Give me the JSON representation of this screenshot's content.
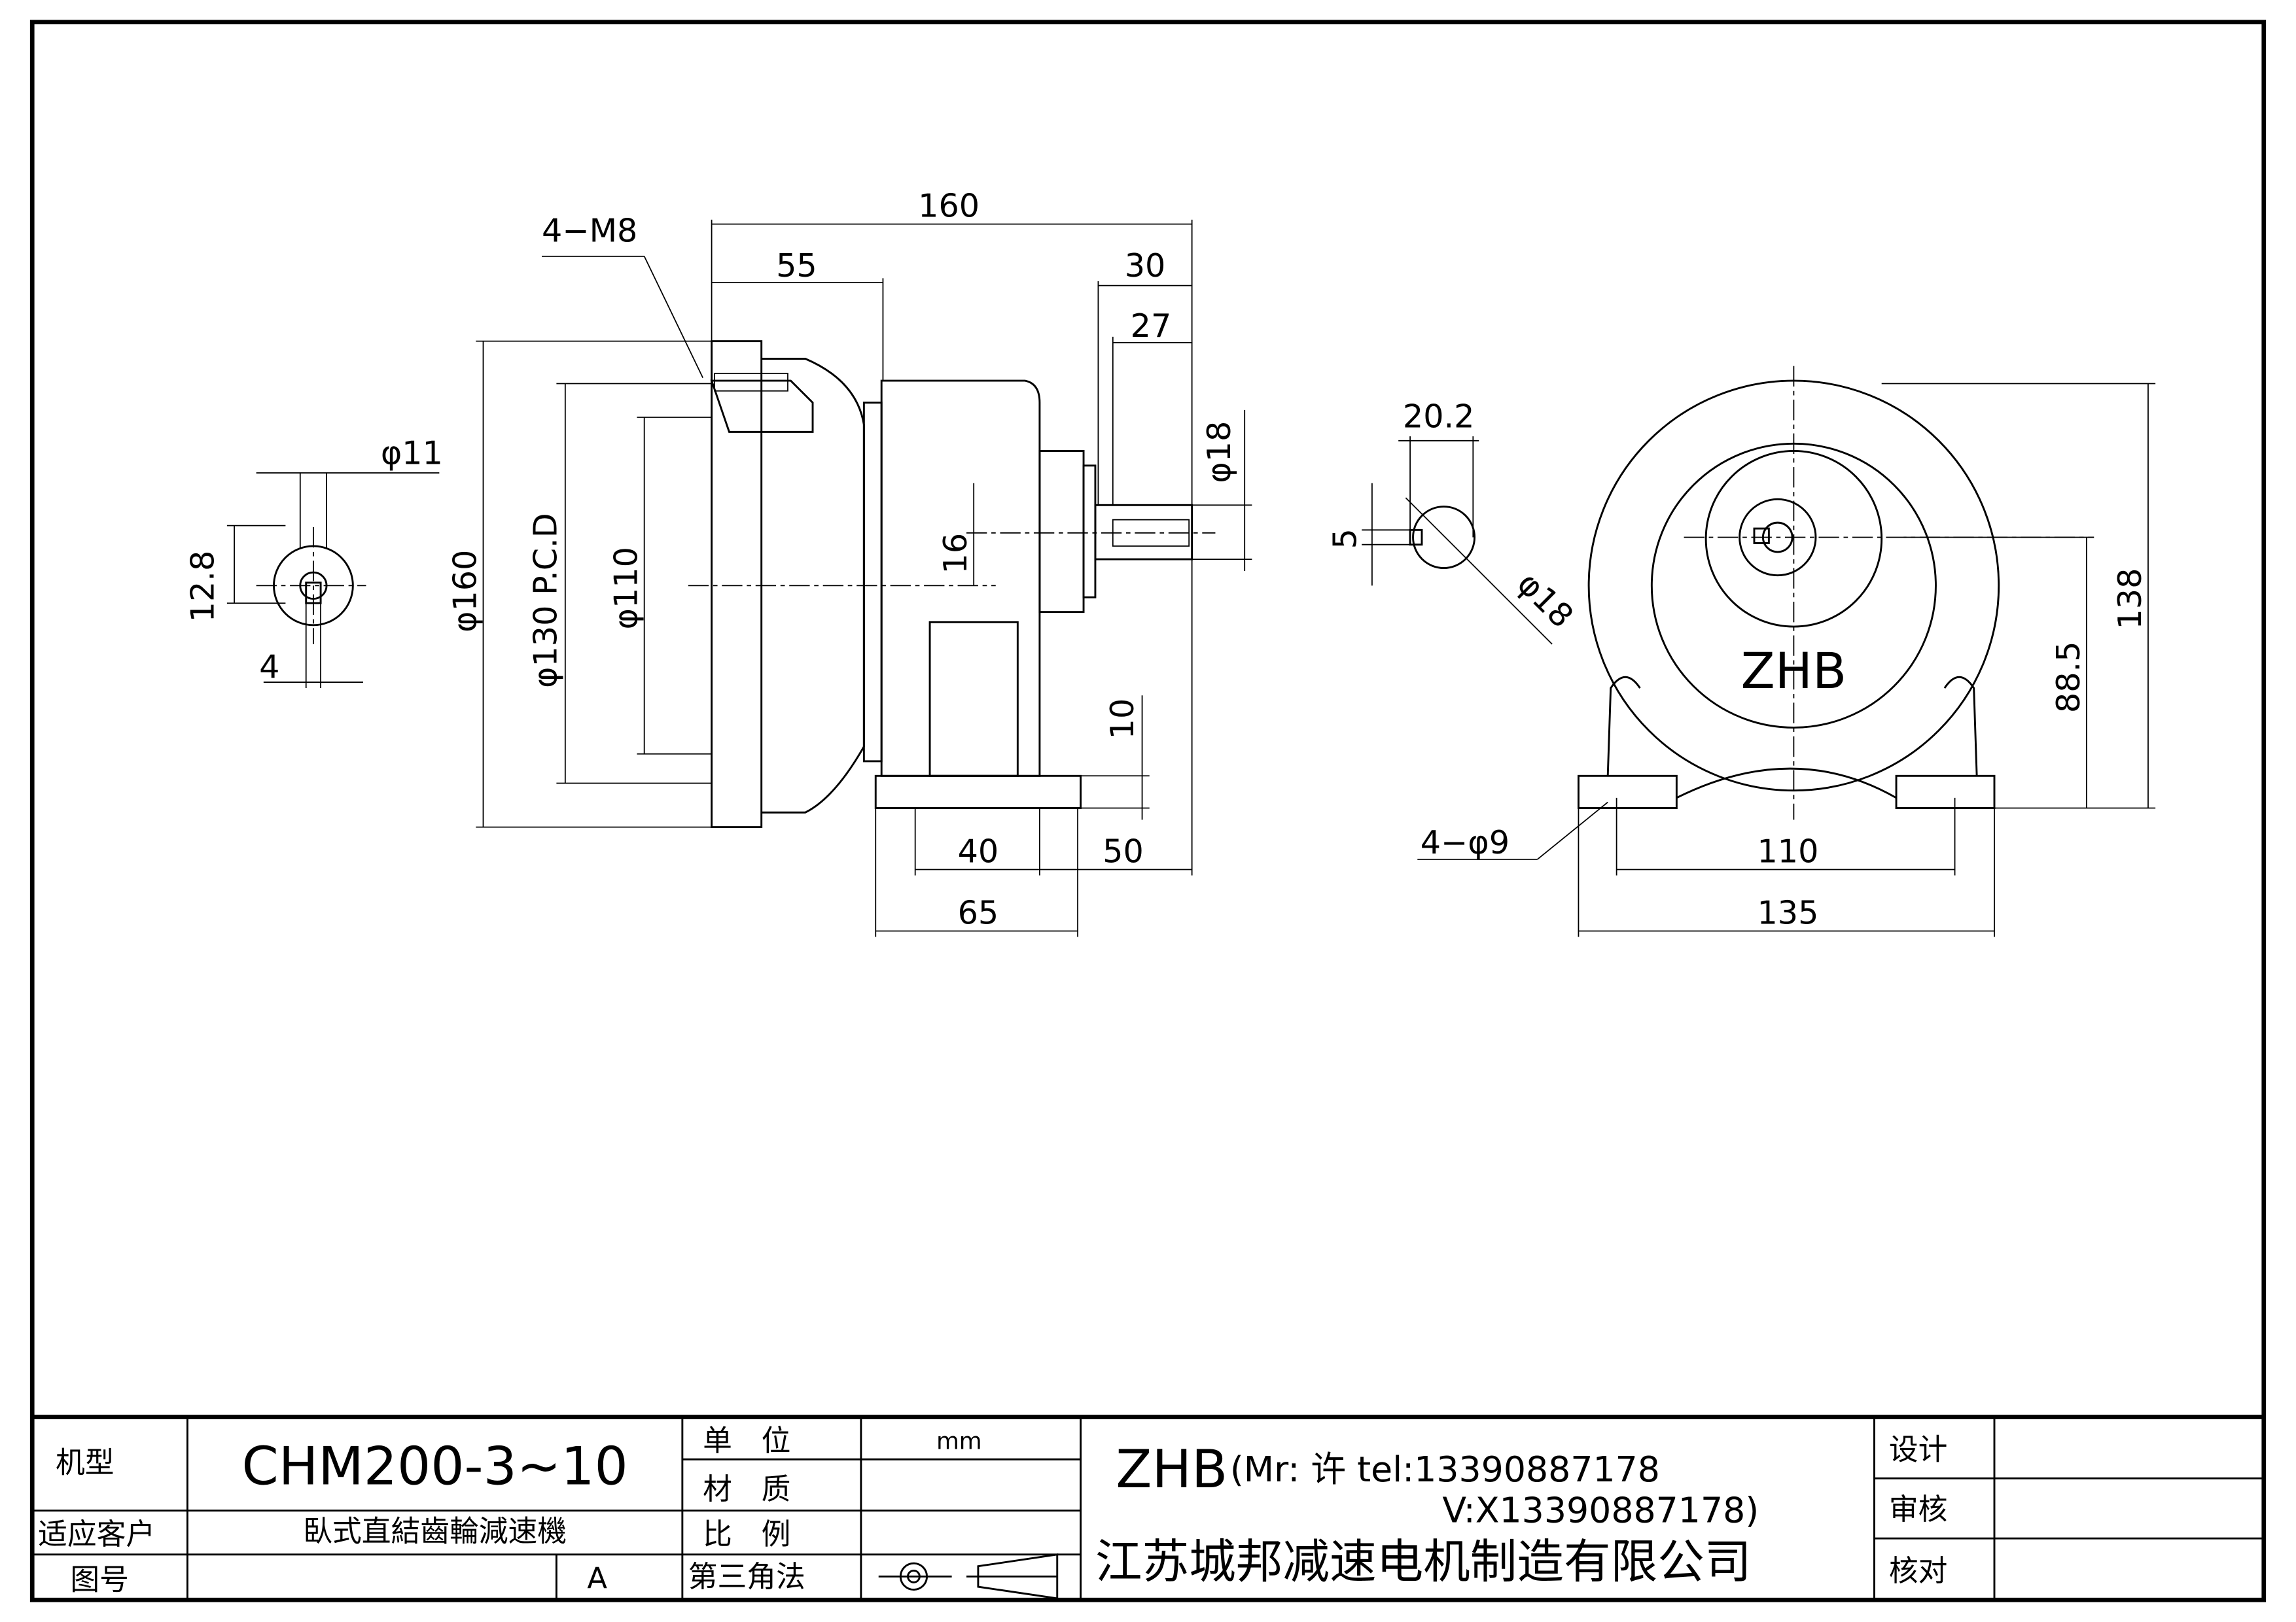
{
  "dimensions": {
    "key_view": {
      "phi11": "φ11",
      "h12_8": "12.8",
      "w4": "4"
    },
    "side_view": {
      "thread": "4−M8",
      "len160": "160",
      "len55": "55",
      "len30": "30",
      "len27": "27",
      "phi18": "φ18",
      "phi160": "φ160",
      "pcd130": "φ130 P.C.D",
      "phi110": "φ110",
      "h16": "16",
      "h10": "10",
      "w40": "40",
      "w50": "50",
      "w65": "65"
    },
    "front_view": {
      "w20_2": "20.2",
      "h5": "5",
      "phi18": "φ18",
      "holes": "4−φ9",
      "h88_5": "88.5",
      "h138": "138",
      "w110": "110",
      "w135": "135",
      "logo": "ZHB"
    }
  },
  "title_block": {
    "model_label": "机型",
    "model_value": "CHM200-3~10",
    "customer_label": "适应客户",
    "description": "臥式直結齒輪減速機",
    "drawing_no_label": "图号",
    "drawing_no_rev": "A",
    "unit_label": "单　位",
    "unit_value": "mm",
    "material_label": "材　质",
    "scale_label": "比　例",
    "projection_label": "第三角法",
    "brand": "ZHB",
    "contact_line1": "(Mr: 许 tel:13390887178",
    "contact_line2": "V:X13390887178)",
    "company": "江苏城邦减速电机制造有限公司",
    "design_label": "设计",
    "review_label": "审核",
    "check_label": "核对"
  }
}
